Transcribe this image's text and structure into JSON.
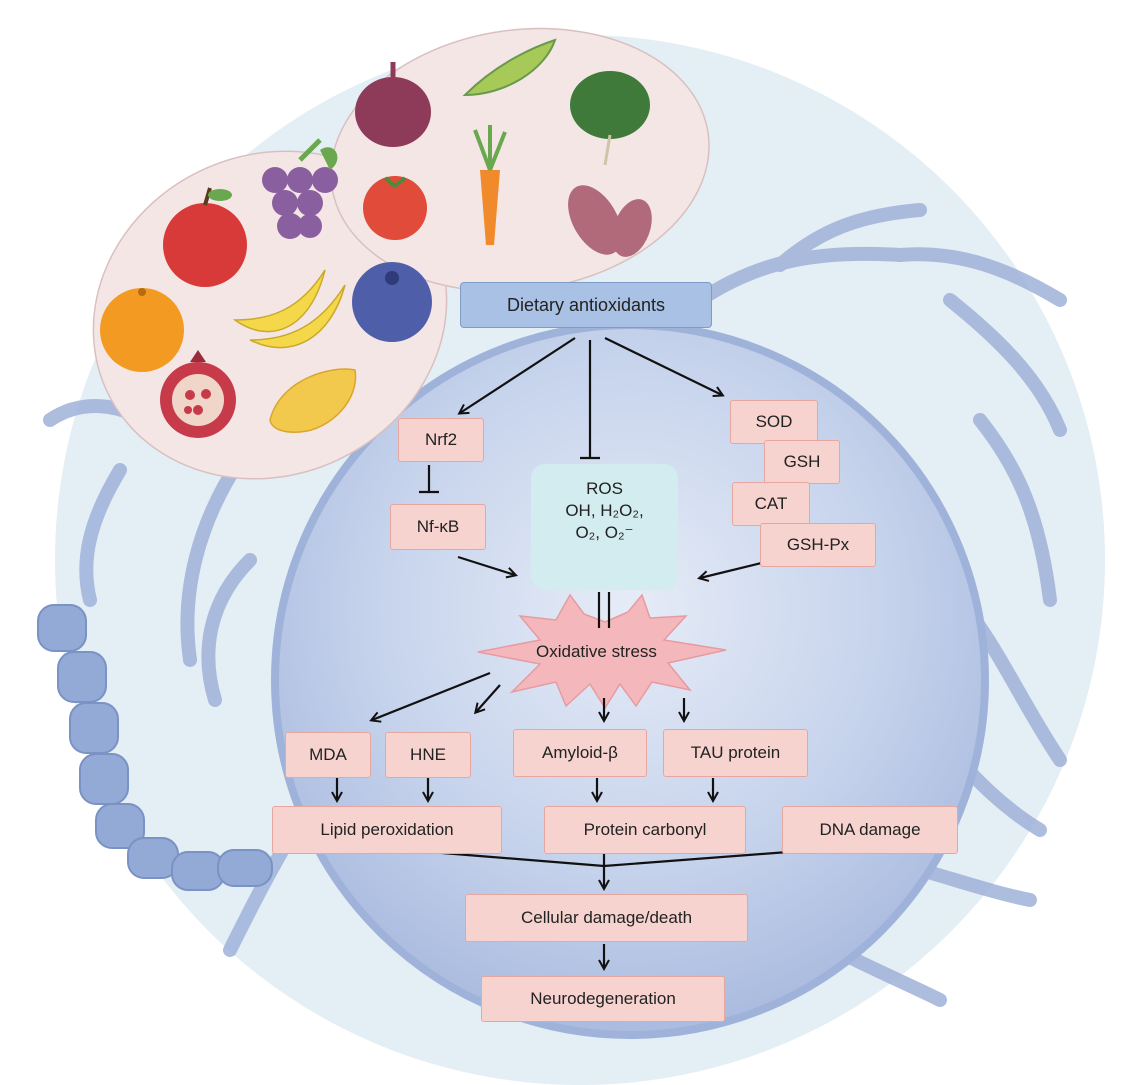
{
  "diagram": {
    "top": "Dietary antioxidants",
    "nrf2": "Nrf2",
    "nfkb": "Nf-κB",
    "ros": {
      "title": "ROS",
      "line2": "OH,  H₂O₂,",
      "line3": "O₂, O₂⁻"
    },
    "enzymes": [
      "SOD",
      "GSH",
      "CAT",
      "GSH-Px"
    ],
    "stress": "Oxidative stress",
    "markers": {
      "mda": "MDA",
      "hne": "HNE",
      "amyloid": "Amyloid-β",
      "tau": "TAU protein"
    },
    "effects": {
      "lipid": "Lipid peroxidation",
      "protein": "Protein carbonyl",
      "dna": "DNA damage"
    },
    "cellular": "Cellular damage/death",
    "neuro": "Neurodegeneration"
  },
  "food_icons": [
    "apple-icon",
    "grapes-icon",
    "orange-icon",
    "banana-icon",
    "blueberry-icon",
    "pomegranate-icon",
    "mango-icon",
    "onion-icon",
    "pea-pod-icon",
    "spinach-icon",
    "tomato-icon",
    "carrot-icon",
    "sweet-potato-icon"
  ],
  "colors": {
    "node_fill": "#f6d3cf",
    "node_border": "#e7a7a1",
    "top_fill": "#a9c1e4",
    "ros_fill": "#d3ecef",
    "cell_fill": "#b9c9e6",
    "neuron": "#9fb2d9",
    "star": "#f4b8bc"
  }
}
